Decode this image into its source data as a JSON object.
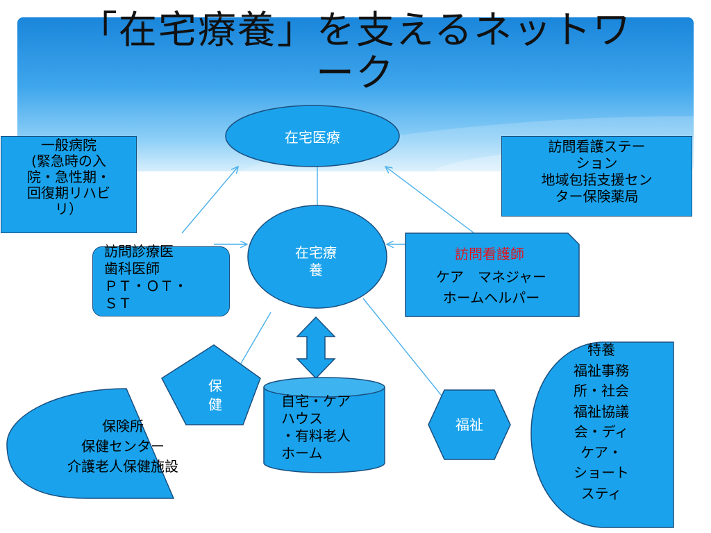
{
  "title": "「在宅療養」を支えるネットワーク",
  "colors": {
    "fill": "#1aa3ec",
    "stroke": "#1a4f80",
    "accent_text": "#e0141e"
  },
  "nodes": {
    "home_medical": "在宅医療",
    "home_care_center": "在宅療\n養",
    "general_hospital": "一般病院\n(緊急時の入\n院・急性期・\n回復期リハビ\nリ）",
    "visit_nursing_station": "訪問看護ステー\nション\n地域包括支援セン\nター保険薬局",
    "visiting_doctors": "訪問診療医\n歯科医師\nＰＴ・ＯＴ・\nＳＴ",
    "visiting_nurse": "訪問看護師",
    "care_staff": "ケア　マネジャー\nホームヘルパー",
    "health": "保\n健",
    "residence": "自宅・ケア\nハウス\n・有料老人\nホーム",
    "welfare": "福祉",
    "health_facilities": "保険所\n保健センター\n介護老人保健施設",
    "welfare_facilities": "特養\n福祉事務\n所・社会\n福祉協議\n会・ディ\nケア・\nショート\nスティ"
  }
}
